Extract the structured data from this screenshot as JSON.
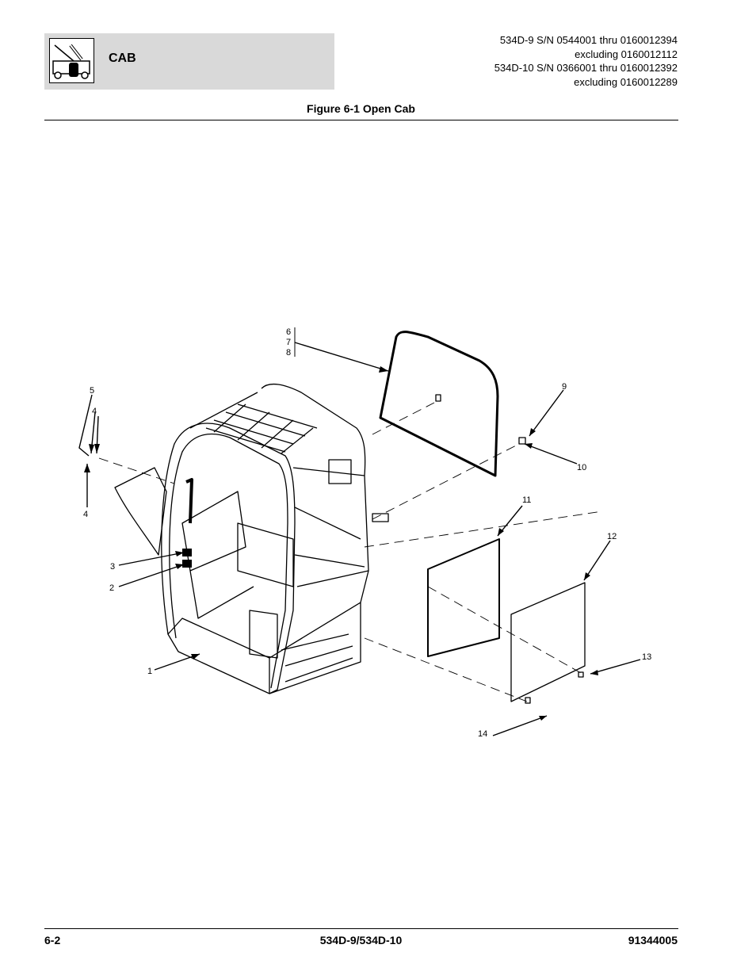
{
  "header": {
    "section_title": "CAB",
    "icon": "loader-cab-icon",
    "serials": [
      "534D-9 S/N 0544001 thru 0160012394",
      "excluding 0160012112",
      "534D-10 S/N 0366001 thru 0160012392",
      "excluding 0160012289"
    ]
  },
  "figure": {
    "title": "Figure 6-1 Open Cab",
    "callouts": {
      "c1": "1",
      "c2": "2",
      "c3": "3",
      "c4a": "4",
      "c4b": "4",
      "c5": "5",
      "c6": "6",
      "c7": "7",
      "c8": "8",
      "c9": "9",
      "c10": "10",
      "c11": "11",
      "c12": "12",
      "c13": "13",
      "c14": "14"
    }
  },
  "footer": {
    "page": "6-2",
    "model": "534D-9/534D-10",
    "doc_number": "91344005"
  }
}
